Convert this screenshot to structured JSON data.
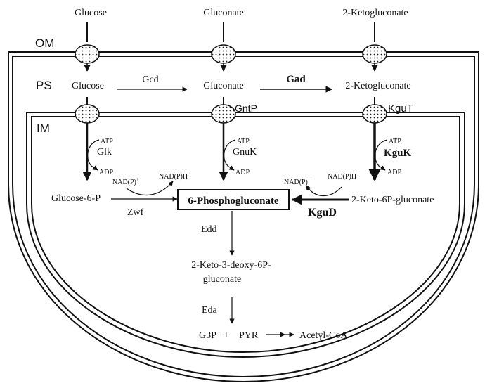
{
  "labels": {
    "om": "OM",
    "ps": "PS",
    "im": "IM",
    "glucose_out": "Glucose",
    "gluconate_out": "Gluconate",
    "ketogluconate_out": "2-Ketogluconate",
    "glucose_ps": "Glucose",
    "gluconate_ps": "Gluconate",
    "ketogluconate_ps": "2-Ketogluconate",
    "gcd": "Gcd",
    "gad": "Gad",
    "gntp": "GntP",
    "kgut": "KguT",
    "atp1": "ATP",
    "glk": "Glk",
    "adp1": "ADP",
    "atp2": "ATP",
    "gnuk": "GnuK",
    "adp2": "ADP",
    "atp3": "ATP",
    "kguk": "KguK",
    "adp3": "ADP",
    "nadp1": "NAD(P)",
    "nadp1_sup": "+",
    "nadph1": "NAD(P)H",
    "nadp2": "NAD(P)",
    "nadp2_sup": "+",
    "nadph2": "NAD(P)H",
    "glucose6p": "Glucose-6-P",
    "zwf": "Zwf",
    "phosphogluconate": "6-Phosphogluconate",
    "keto6p": "2-Keto-6P-gluconate",
    "kgud": "KguD",
    "edd": "Edd",
    "kdpg_line1": "2-Keto-3-deoxy-6P-",
    "kdpg_line2": "gluconate",
    "eda": "Eda",
    "g3p": "G3P",
    "plus": "+",
    "pyr": "PYR",
    "acetylcoa": "Acetyl-CoA"
  }
}
